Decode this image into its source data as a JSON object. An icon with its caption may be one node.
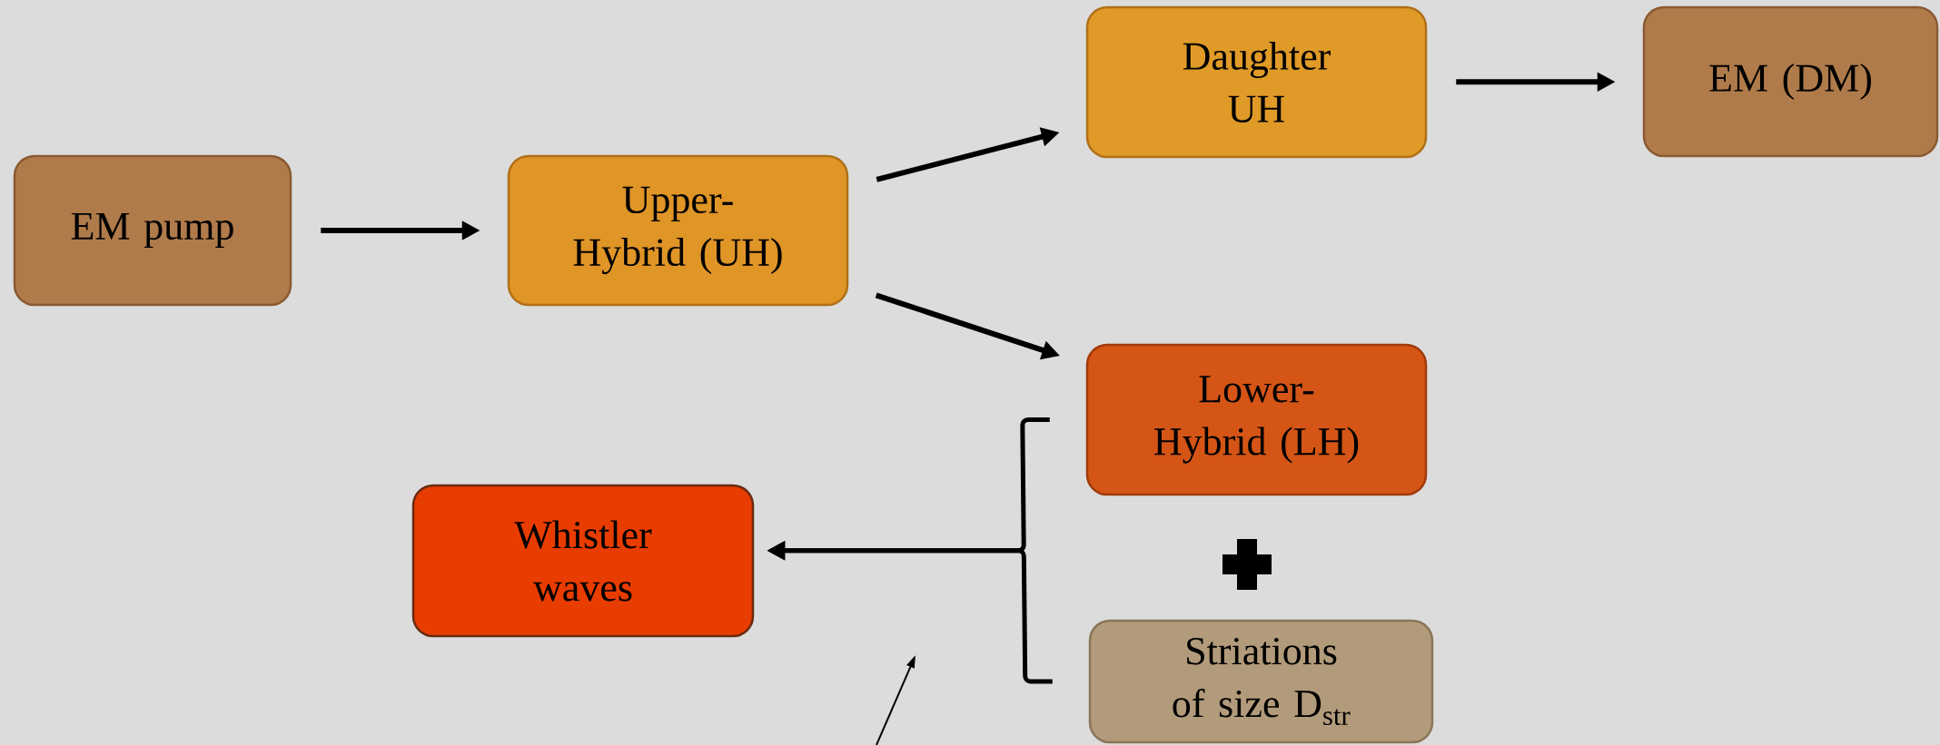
{
  "diagram": {
    "nodes": [
      {
        "text": [
          "EM pump"
        ]
      },
      {
        "text": [
          "Upper-Hybrid (UH)"
        ]
      },
      {
        "text": [
          "Daughter UH"
        ]
      },
      {
        "text": [
          "EM (DM)"
        ]
      },
      {
        "text": [
          "Lower-Hybrid (LH)"
        ]
      },
      {
        "text": [
          "Whistler waves"
        ]
      },
      {
        "text": [
          "Striations of size D$_{str}$"
        ]
      }
    ],
    "edges": [
      {
        "from": 0,
        "to": 1,
        "arrow": "to"
      },
      {
        "from": 1,
        "to": 2,
        "arrow": "to"
      },
      {
        "from": 1,
        "to": 4,
        "arrow": "to"
      },
      {
        "from": 2,
        "to": 3,
        "arrow": "to"
      },
      {
        "from": 4,
        "to": 5,
        "arrow": "to"
      },
      {
        "from": 6,
        "to": 5,
        "arrow": "to"
      }
    ]
  }
}
